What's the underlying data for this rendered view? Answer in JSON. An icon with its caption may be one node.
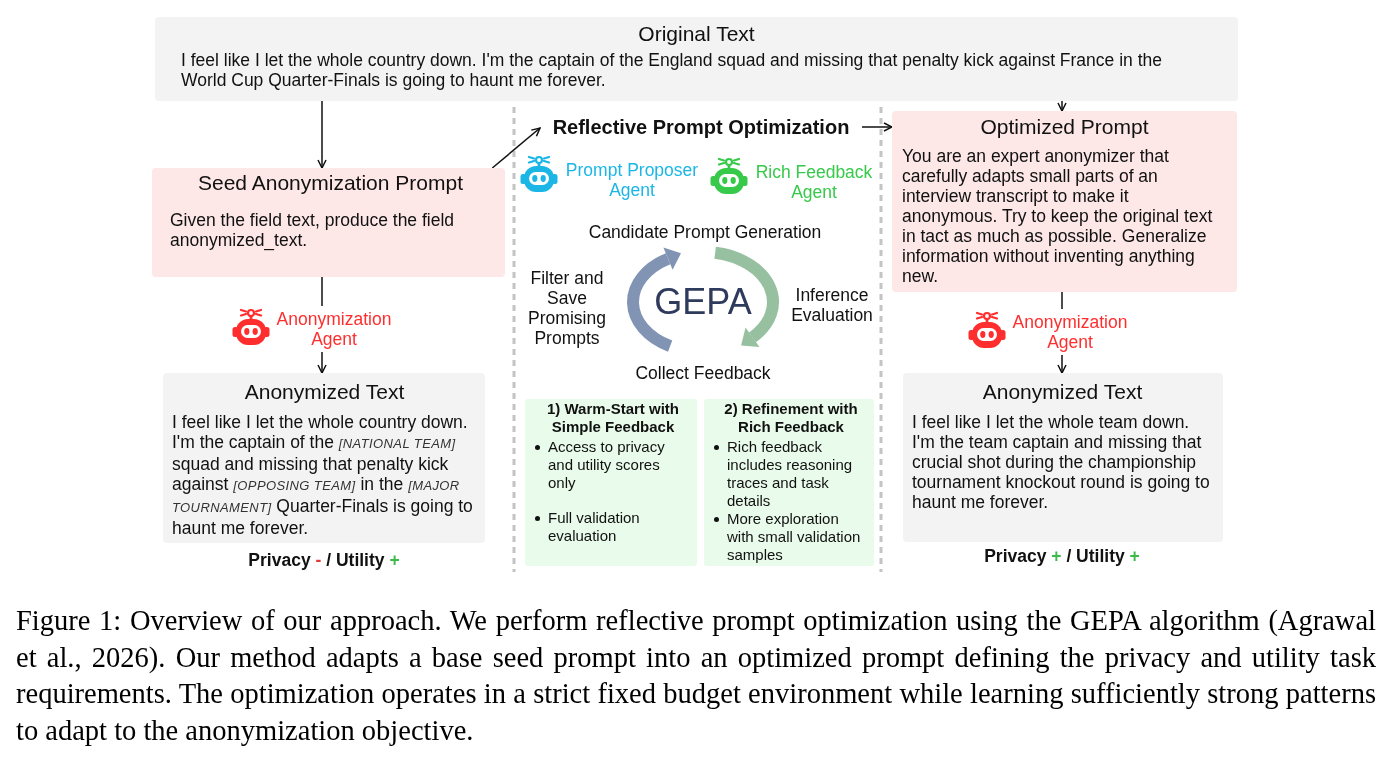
{
  "diagram": {
    "caption": "Figure 1: Overview of our approach. We perform reflective prompt optimization using the GEPA algorithm (Agrawal et al., 2026). Our method adapts a base seed prompt into an optimized prompt defining the privacy and utility task requirements. The optimization operates in a strict fixed budget environment while learning sufficiently strong patterns to adapt to the anonymization objective.",
    "nodes": [
      {
        "text": [
          "Original Text",
          "I feel like I let the whole country down. I'm the captain of the England squad and missing that penalty kick against France in the World Cup Quarter-Finals is going to haunt me forever."
        ]
      },
      {
        "text": [
          "Seed Anonymization Prompt",
          "Given the field text, produce the field anonymized_text."
        ]
      },
      {
        "text": [
          "Anonymization Agent"
        ]
      },
      {
        "text": [
          "Anonymized Text",
          "I feel like I let the whole country down. I'm the captain of the *[NATIONAL TEAM]* squad and missing that penalty kick against *[OPPOSING TEAM]* in the *[MAJOR TOURNAMENT]* Quarter-Finals is going to haunt me forever."
        ],
        "beside": [
          "Privacy - / Utility +"
        ]
      },
      {
        "text": [
          "Reflective Prompt Optimization"
        ]
      },
      {
        "text": [
          "1) Warm-Start with Simple Feedback",
          "Access to privacy and utility scores only",
          "Full validation evaluation"
        ]
      },
      {
        "text": [
          "2) Refinement with Rich Feedback",
          "Rich feedback includes reasoning traces and task details",
          "More exploration with small validation samples"
        ]
      },
      {
        "text": [
          "Optimized Prompt",
          "You are an expert anonymizer that carefully adapts small parts of an interview transcript to make it anonymous. Try to keep the original text in tact as much as possible. Generalize information without inventing anything new."
        ]
      },
      {
        "text": [
          "Anonymization Agent"
        ]
      },
      {
        "text": [
          "Anonymized Text",
          "I feel like I let the whole team down. I'm the team captain and missing that crucial shot during the championship tournament knockout round is going to haunt me forever."
        ],
        "beside": [
          "Privacy + / Utility +"
        ]
      }
    ],
    "edges": [
      {
        "from": 0,
        "to": 1,
        "arrow": "to"
      },
      {
        "from": 1,
        "to": 2,
        "arrow": "none"
      },
      {
        "from": 2,
        "to": 3,
        "arrow": "to"
      },
      {
        "from": 1,
        "to": 4,
        "arrow": "to"
      },
      {
        "from": 4,
        "to": 7,
        "arrow": "to"
      },
      {
        "from": 0,
        "to": 7,
        "arrow": "to"
      },
      {
        "from": 7,
        "to": 8,
        "arrow": "none"
      },
      {
        "from": 8,
        "to": 9,
        "arrow": "to"
      }
    ],
    "labels": [
      "Prompt Proposer Agent",
      "Rich Feedback Agent",
      "Candidate Prompt Generation",
      "Filter and Save Promising Prompts",
      "GEPA",
      "Inference Evaluation",
      "Collect Feedback"
    ]
  }
}
